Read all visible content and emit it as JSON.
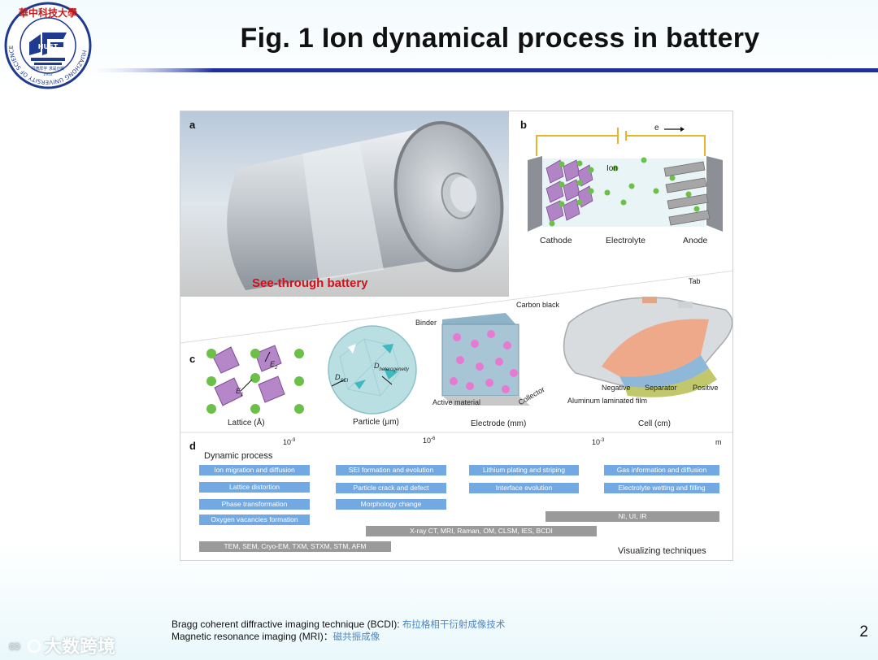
{
  "slide": {
    "title": "Fig. 1 Ion dynamical process in battery",
    "page_number": "2",
    "logo": {
      "name": "Huazhong University of Science and Technology emblem",
      "text_top": "華中科技大學",
      "text_ring": "HUAZHONG UNIVERSITY OF SCIENCE AND TECHNOLOGY",
      "text_mark": "HUST",
      "text_motto": "明德厚学 求是创新",
      "text_year": "1952"
    },
    "accent_color": "#1f2f9e"
  },
  "figure": {
    "a": {
      "letter": "a",
      "caption": "See-through battery",
      "caption_color": "#d1111c"
    },
    "b": {
      "letter": "b",
      "electron_label": "e",
      "ion_label": "Ion",
      "cathode_label": "Cathode",
      "electrolyte_label": "Electrolyte",
      "anode_label": "Anode"
    },
    "c": {
      "letter": "c",
      "tab_label": "Tab",
      "carbon_black_label": "Carbon black",
      "binder_label": "Binder",
      "active_material_label": "Active material",
      "collector_label": "Collector",
      "negative_label": "Negative",
      "separator_label": "Separator",
      "positive_label": "Positive",
      "aluminum_film_label": "Aluminum laminated film",
      "dsei_label": "D",
      "dsei_sub": "SEI",
      "dhet_label": "D",
      "dhet_sub": "heterogeneity",
      "e1_label": "E",
      "e1_sub": "1",
      "e2_label": "E",
      "e2_sub": "2",
      "scales": [
        "Lattice (Å)",
        "Particle (μm)",
        "Electrode (mm)",
        "Cell (cm)"
      ]
    },
    "d": {
      "letter": "d",
      "axis": {
        "t1_base": "10",
        "t1_exp": "-9",
        "t2_base": "10",
        "t2_exp": "-6",
        "t3_base": "10",
        "t3_exp": "-3",
        "t4": "m"
      },
      "dynamic_process_label": "Dynamic process",
      "visualizing_label": "Visualizing techniques",
      "processes": [
        {
          "label": "Ion migration and diffusion"
        },
        {
          "label": "Lattice distortion"
        },
        {
          "label": "Phase transformation"
        },
        {
          "label": "Oxygen vacancies formation"
        },
        {
          "label": "SEI formation and evolution"
        },
        {
          "label": "Particle crack and defect"
        },
        {
          "label": "Morphology change"
        },
        {
          "label": "Lithium plating and striping"
        },
        {
          "label": "Interface evolution"
        },
        {
          "label": "Gas information and diffusion"
        },
        {
          "label": "Electrolyte wetting and filling"
        }
      ],
      "techniques": [
        {
          "label": "NI, UI, IR"
        },
        {
          "label": "X-ray CT, MRI, Raman, OM, CLSM, IES, BCDI"
        },
        {
          "label": "TEM, SEM, Cryo-EM, TXM, STXM, STM, AFM"
        }
      ],
      "process_color": "#72a9e2",
      "technique_color": "#9a9a9a"
    }
  },
  "footnotes": [
    {
      "en": "Bragg coherent diffractive imaging technique (BCDI): ",
      "zh": "布拉格相干衍射成像技术"
    },
    {
      "en": "Magnetic resonance imaging (MRI)：",
      "zh": "磁共振成像"
    }
  ],
  "watermark": {
    "text": "大数跨境"
  }
}
